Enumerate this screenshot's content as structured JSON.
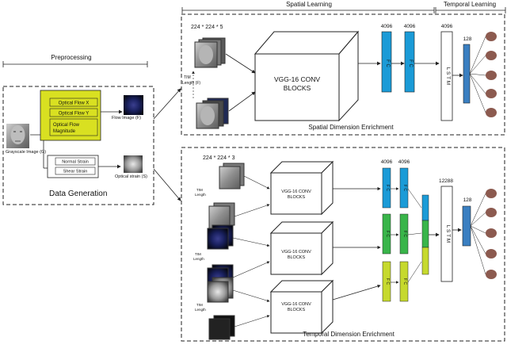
{
  "headers": {
    "preprocessing": "Preprocessing",
    "spatial_learning": "Spatial Learning",
    "temporal_learning": "Temporal Learning"
  },
  "data_generation": {
    "grayscale_label": "Grayscale Image (G)",
    "optical_flow_x": "Optical Flow X",
    "optical_flow_y": "Optical Flow Y",
    "optical_flow_mag_1": "Optical Flow",
    "optical_flow_mag_2": "Magnitude",
    "flow_image_label": "Flow Image (F)",
    "normal_strain": "Normal Strain",
    "shear_strain": "Shear Strain",
    "optical_strain_label": "Optical strain (S)",
    "caption": "Data Generation"
  },
  "spatial": {
    "input_dims": "224 * 224 * 5",
    "tim_label_1": "TIM",
    "tim_label_2": "Length (F)",
    "vgg_line1": "VGG-16 CONV",
    "vgg_line2": "BLOCKS",
    "fc_label": "F C",
    "fc1_units": "4096",
    "fc2_units": "4096",
    "lstm_units": "4096",
    "lstm_label": "L S T M",
    "out_units": "128",
    "caption": "Spatial Dimension Enrichment"
  },
  "temporal": {
    "input_dims": "224 * 224 * 3",
    "tim_label_1": "TIM",
    "tim_label_2": "Length",
    "vgg_line1": "VGG-16 CONV",
    "vgg_line2": "BLOCKS",
    "fc_label": "F C",
    "fc1_units": "4096",
    "fc2_units": "4096",
    "lstm_units": "12288",
    "lstm_label": "L S T M",
    "out_units": "128",
    "caption": "Temporal Dimension Enrichment"
  },
  "colors": {
    "accent_yellow": "#d9e021",
    "fc_cyan": "#1b9bd7",
    "fc_green": "#39b54a",
    "fc_lime": "#c6d92e",
    "output_blue": "#3a7fc1",
    "node_brown": "#8c5a4f"
  }
}
